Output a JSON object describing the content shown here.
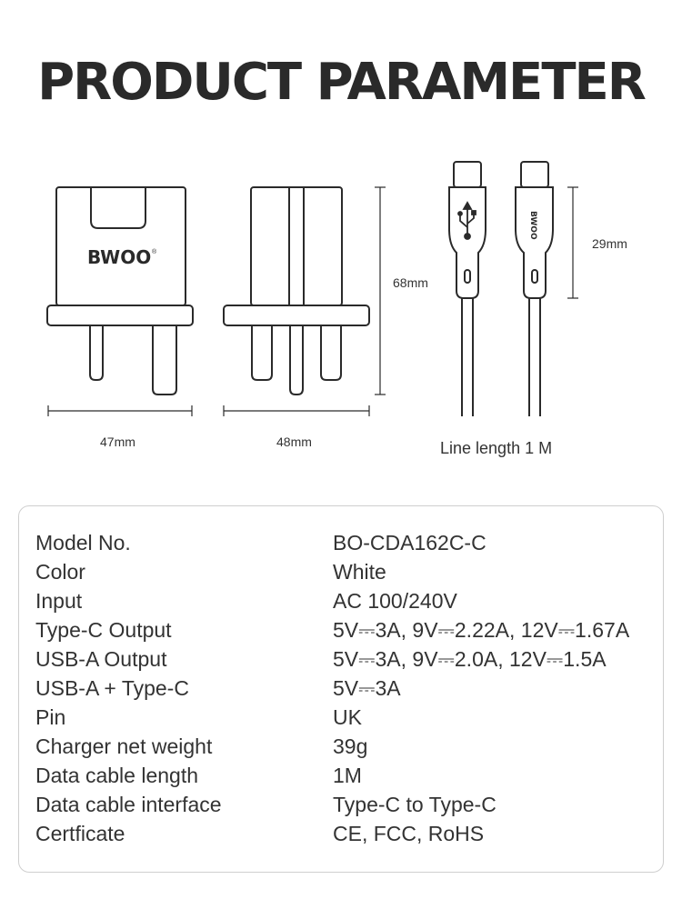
{
  "title": "PRODUCT PARAMETER",
  "brand": "BWOO",
  "dimensions": {
    "charger_front_width": "47mm",
    "charger_side_width": "48mm",
    "charger_height": "68mm",
    "cable_head_length": "29mm",
    "line_length": "Line length 1 M"
  },
  "icons": [
    "usb-symbol-icon"
  ],
  "params": [
    {
      "label": "Model No.",
      "value": "BO-CDA162C-C"
    },
    {
      "label": "Color",
      "value": "White"
    },
    {
      "label": "Input",
      "value": "AC 100/240V"
    },
    {
      "label": "Type-C Output",
      "value": "5V⎓3A, 9V⎓2.22A, 12V⎓1.67A"
    },
    {
      "label": "USB-A Output",
      "value": "5V⎓3A, 9V⎓2.0A, 12V⎓1.5A"
    },
    {
      "label": "USB-A + Type-C",
      "value": "5V⎓3A"
    },
    {
      "label": "Pin",
      "value": "UK"
    },
    {
      "label": "Charger net weight",
      "value": "39g"
    },
    {
      "label": "Data cable length",
      "value": "1M"
    },
    {
      "label": "Data cable interface",
      "value": "Type-C to Type-C"
    },
    {
      "label": "Certficate",
      "value": "CE, FCC, RoHS"
    }
  ]
}
